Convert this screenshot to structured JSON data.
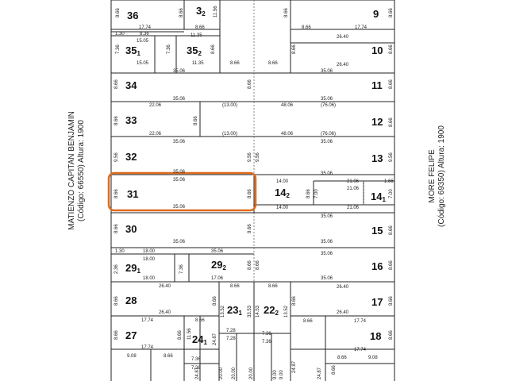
{
  "streets": {
    "left": {
      "name": "MATIENZO CAPITAN BENJAMIN",
      "detail": "(Código: 66550) Altura: 1900"
    },
    "right": {
      "name": "MORE FELIPE",
      "detail": "(Código: 69350) Altura: 1900"
    }
  },
  "highlight_color": "#e06a1c",
  "highlighted_parcel": "31",
  "parcels": {
    "p36": "36",
    "p3_2": "3",
    "p3_2_sub": "2",
    "p9": "9",
    "p35_1": "35",
    "p35_1_sub": "1",
    "p35_2": "35",
    "p35_2_sub": "2",
    "p10": "10",
    "p34": "34",
    "p11": "11",
    "p33": "33",
    "p12": "12",
    "p32": "32",
    "p13": "13",
    "p31": "31",
    "p14_2": "14",
    "p14_2_sub": "2",
    "p14_1": "14",
    "p14_1_sub": "1",
    "p30": "30",
    "p15": "15",
    "p29_1": "29",
    "p29_1_sub": "1",
    "p29_2": "29",
    "p29_2_sub": "2",
    "p16": "16",
    "p28": "28",
    "p17": "17",
    "p23_1": "23",
    "p23_1_sub": "1",
    "p22_2": "22",
    "p22_2_sub": "2",
    "p27": "27",
    "p18": "18",
    "p24_1": "24",
    "p24_1_sub": "1"
  },
  "dimensions": {
    "d1774a": "17.74",
    "d866a": "8.66",
    "d1774b": "17.74",
    "d866b": "8.66",
    "d866c": "8.66",
    "d2640a": "26.40",
    "d1774c": "17.74",
    "d130": "1.30",
    "d836": "8.36",
    "d1505a": "15.05",
    "d1135a": "11.35",
    "d1505b": "15.05",
    "d1135b": "11.35",
    "d866d": "8.66",
    "d866e": "8.66",
    "d2640b": "26.40",
    "d3506a": "35.06",
    "d3506b": "35.06",
    "d3506c": "35.06",
    "d3506d": "35.06",
    "d2206a": "22.06",
    "d1300a": "(13.00)",
    "d4806a": "48.06",
    "d7606a": "(76.06)",
    "d2206b": "22.06",
    "d1300b": "(13.00)",
    "d4806b": "48.06",
    "d7606b": "(76.06)",
    "d3506e": "35.06",
    "d3506f": "35.06",
    "d3506g": "35.06",
    "d3506h": "35.06",
    "d1400a": "14.00",
    "d3506i": "35.06",
    "d2106a": "21.06",
    "d166": "1.66",
    "d2106b": "21.06",
    "d3506j": "35.06",
    "d1400b": "14.00",
    "d2106c": "21.06",
    "d3506k": "35.06",
    "d3506l": "35.06",
    "d3506m": "35.06",
    "d130b": "1.30",
    "d1800a": "18.00",
    "d3506n": "35.06",
    "d3506o": "35.06",
    "d1800b": "18.00",
    "d1800c": "18.00",
    "d1706": "17.06",
    "d3506p": "35.06",
    "d2640c": "26.40",
    "d866f": "8.66",
    "d866g": "8.66",
    "d2640d": "26.40",
    "d2640e": "26.40",
    "d2640f": "26.40",
    "d1774d": "17.74",
    "d866h": "8.66",
    "d728a": "7.28",
    "d736a": "7.36",
    "d866i": "8.66",
    "d1774e": "17.74",
    "d1774f": "17.74",
    "d736b": "7.36",
    "d728b": "7.28",
    "d736c": "7.36",
    "d1774g": "17.74",
    "d908a": "9.08",
    "d866j": "8.66",
    "d736d": "7.36",
    "d866k": "8.66",
    "d908b": "9.08",
    "v866a": "8.66",
    "v866b": "8.66",
    "v1156": "11.56",
    "v736a": "7.36",
    "v736b": "7.36",
    "v866c": "8.66",
    "v866d": "8.66",
    "v866e": "8.66",
    "v866f": "8.66",
    "v866g": "8.66",
    "v866h": "8.66",
    "v866i": "8.66",
    "v866j": "8.66",
    "v866k": "8.66",
    "v866l": "8.66",
    "v866m": "8.66",
    "v956a": "9.56",
    "v956b": "9.56",
    "v956c": "9.56",
    "v956d": "9.56",
    "v866n": "8.66",
    "v866o": "8.66",
    "v866p": "8.66",
    "v700a": "7.00",
    "v700b": "7.00",
    "v866q": "8.66",
    "v866r": "8.66",
    "v866s": "8.66",
    "v866t": "8.66",
    "v236": "2.36",
    "v736c": "7.36",
    "v866u": "8.66",
    "v866v": "8.66",
    "v866w": "8.66",
    "v866x": "8.66",
    "v866y": "8.66",
    "v1352": "13.52",
    "v3353": "33.53",
    "v1453": "14.53",
    "v1352b": "13.52",
    "v866z": "8.66",
    "v866aa": "8.66",
    "v866ab": "8.66",
    "v1156b": "11.56",
    "v2487a": "24.87",
    "v866ac": "8.66",
    "v2487b": "24.87",
    "v866ad": "8.66",
    "v2000a": "20.00",
    "v2000b": "20.00",
    "v2000c": "20.00",
    "v900a": "9.00",
    "v900b": "9.00",
    "v2487c": "24.87",
    "v2487d": "24.87"
  }
}
